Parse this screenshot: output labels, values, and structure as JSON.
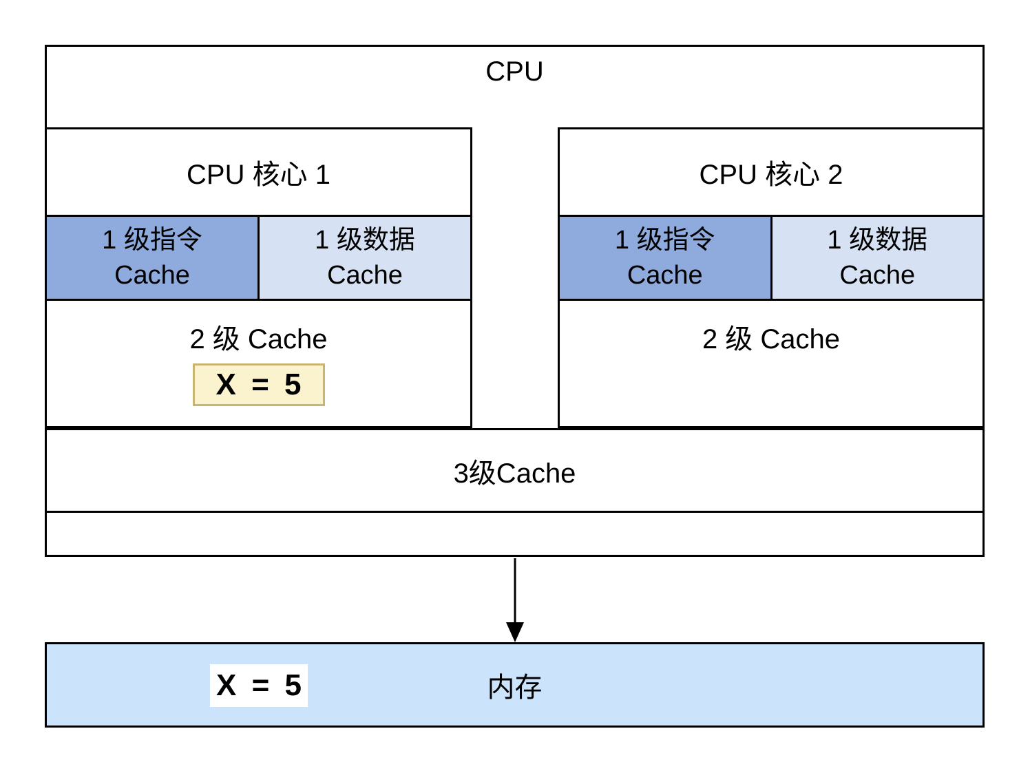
{
  "cpu": {
    "label": "CPU"
  },
  "core1": {
    "title": "CPU 核心 1",
    "l1_instruction": {
      "line1": "1 级指令",
      "line2": "Cache"
    },
    "l1_data": {
      "line1": "1 级数据",
      "line2": "Cache"
    },
    "l2_label": "2 级 Cache",
    "l2_value": "X = 5"
  },
  "core2": {
    "title": "CPU 核心 2",
    "l1_instruction": {
      "line1": "1 级指令",
      "line2": "Cache"
    },
    "l1_data": {
      "line1": "1 级数据",
      "line2": "Cache"
    },
    "l2_label": "2 级 Cache"
  },
  "l3": {
    "label": "3级Cache"
  },
  "memory": {
    "label": "内存",
    "value": "X = 5"
  },
  "colors": {
    "l1_instruction_fill": "#8FAADC",
    "l1_data_fill": "#D6E2F3",
    "memory_fill": "#CBE3FB",
    "highlight_fill": "#FBF2CE",
    "highlight_border": "#C9B571",
    "line": "#000000"
  }
}
